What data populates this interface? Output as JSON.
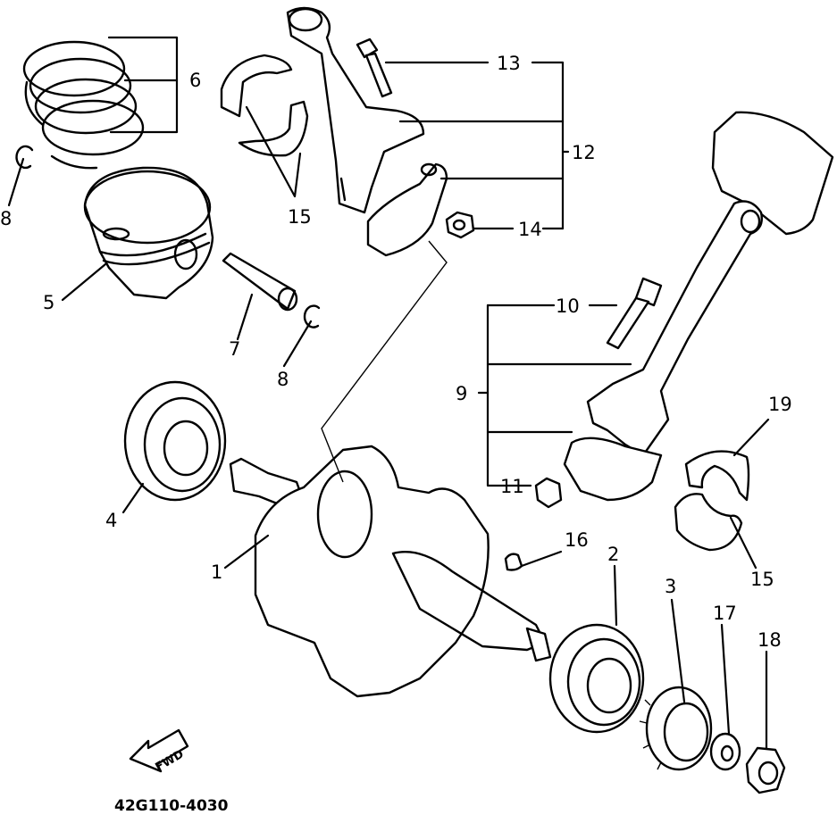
{
  "callouts": {
    "p1": "1",
    "p2": "2",
    "p3": "3",
    "p4": "4",
    "p5": "5",
    "p6": "6",
    "p7": "7",
    "p8a": "8",
    "p8b": "8",
    "p9": "9",
    "p10": "10",
    "p11": "11",
    "p12": "12",
    "p13": "13",
    "p14": "14",
    "p15a": "15",
    "p15b": "15",
    "p16": "16",
    "p17": "17",
    "p18": "18",
    "p19": "19"
  },
  "fwd_label": "FWD",
  "diagram_code": "42G110-4030"
}
